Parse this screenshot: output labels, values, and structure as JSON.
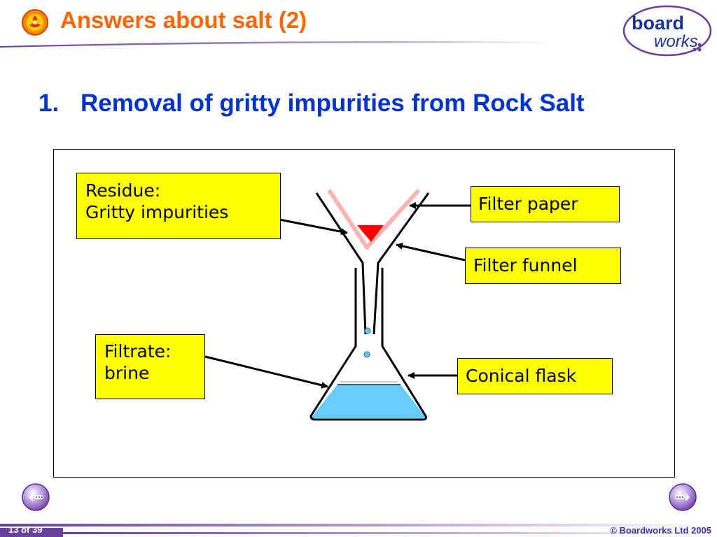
{
  "header": {
    "title": "Answers about salt (2)",
    "accent_color": "#ff6600",
    "icon": "flower-icon"
  },
  "logo": {
    "line1": "board",
    "line2": "works",
    "color": "#1a3399",
    "accent_color": "#6a3fa0"
  },
  "subheading": {
    "number": "1.",
    "text": "Removal of gritty impurities from Rock Salt",
    "color": "#0033cc"
  },
  "diagram": {
    "labels": {
      "residue_line1": "Residue:",
      "residue_line2": "Gritty impurities",
      "filtrate_line1": "Filtrate:",
      "filtrate_line2": "brine",
      "filter_paper": "Filter paper",
      "filter_funnel": "Filter funnel",
      "conical_flask": "Conical flask"
    },
    "colors": {
      "label_background": "#ffff00",
      "filter_paper": "#ffb3b3",
      "residue": "#ff0000",
      "brine": "#66ccff",
      "droplet": "#66ccff"
    }
  },
  "navigation": {
    "previous_icon": "previous-arrow-icon",
    "next_icon": "next-arrow-icon"
  },
  "footer": {
    "page_current": "13",
    "page_separator": "of",
    "page_total": "39",
    "copyright": "© Boardworks Ltd 2005",
    "bar_color": "#6a3fa0"
  }
}
